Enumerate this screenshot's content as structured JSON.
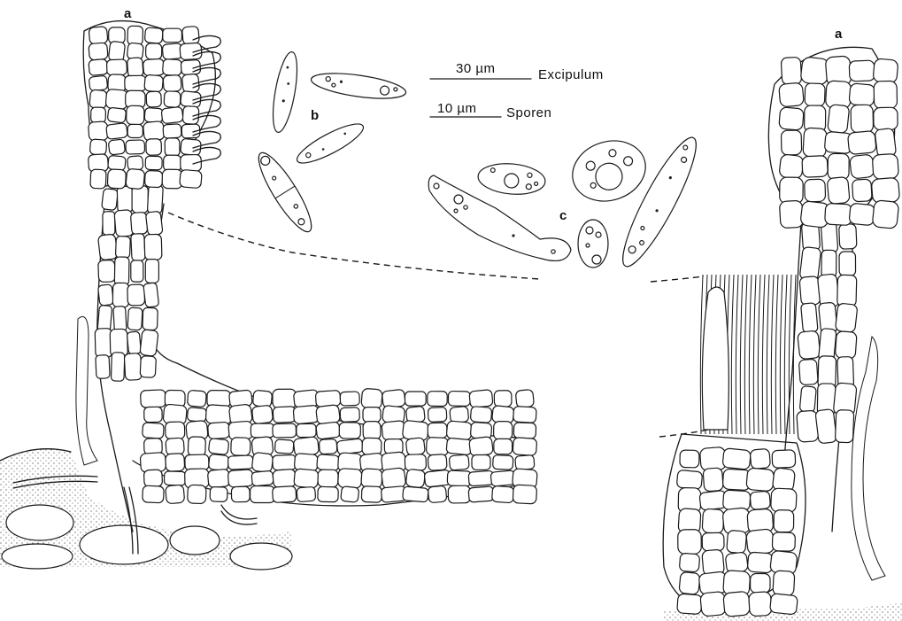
{
  "labels": {
    "left_a": "a",
    "right_a": "a",
    "b": "b",
    "c": "c"
  },
  "scale_bars": [
    {
      "value": "30 µm",
      "name": "Excipulum"
    },
    {
      "value": "10 µm",
      "name": "Sporen"
    }
  ]
}
